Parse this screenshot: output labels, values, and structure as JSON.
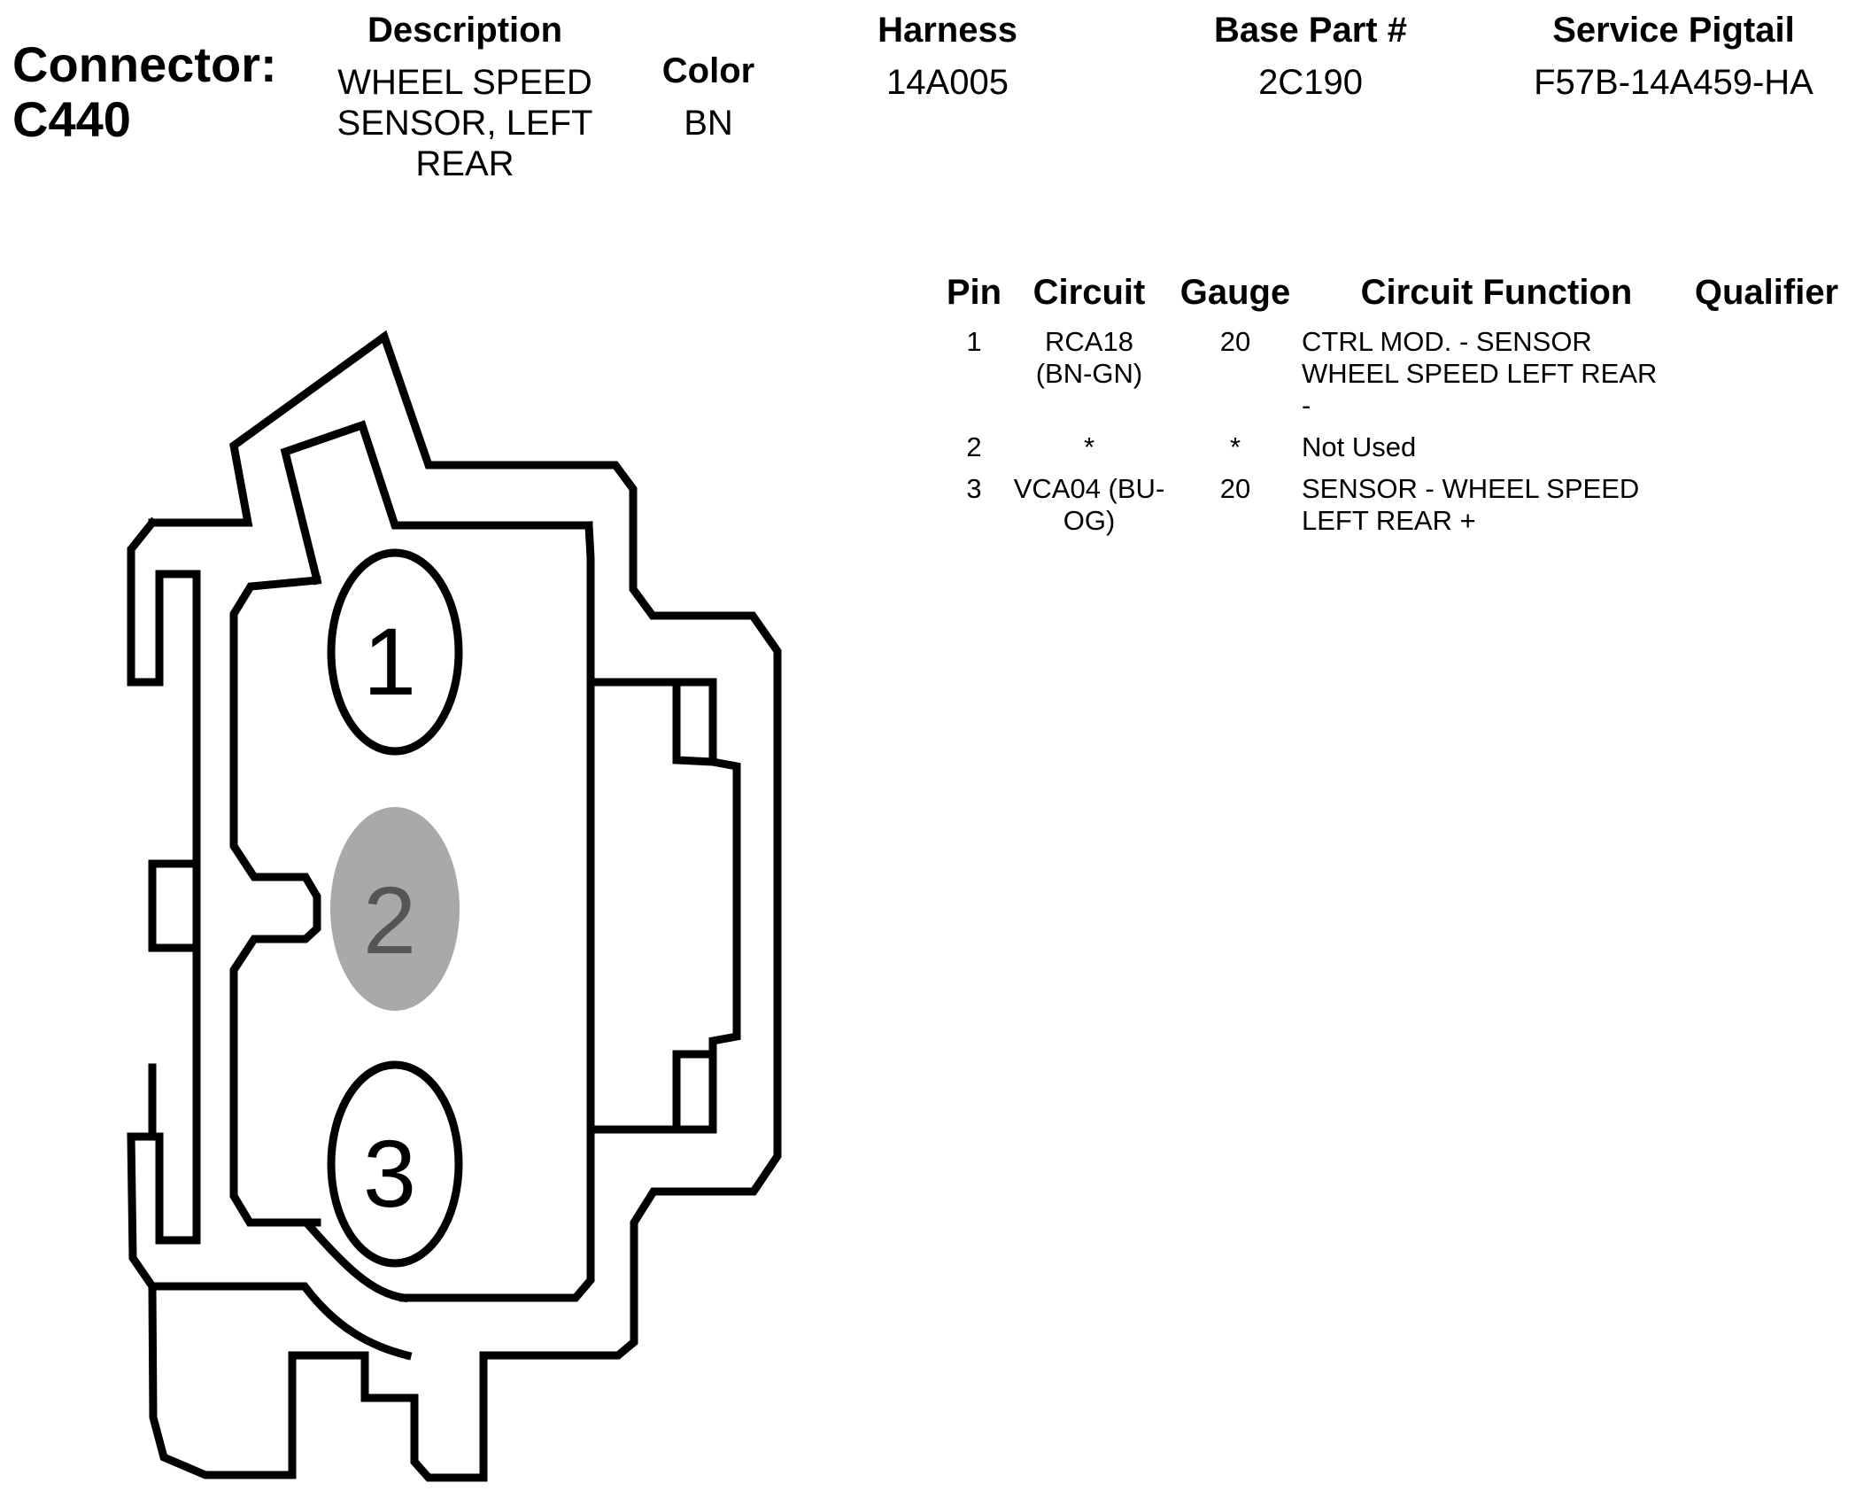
{
  "connector": {
    "line1": "Connector:",
    "line2": "C440"
  },
  "headers": {
    "description": "Description",
    "color": "Color",
    "harness": "Harness",
    "base_part": "Base Part #",
    "service_pigtail": "Service Pigtail"
  },
  "values": {
    "description": "WHEEL SPEED SENSOR, LEFT REAR",
    "color": "BN",
    "harness": "14A005",
    "base_part": "2C190",
    "service_pigtail": "F57B-14A459-HA"
  },
  "pin_table": {
    "columns": [
      "Pin",
      "Circuit",
      "Gauge",
      "Circuit Function",
      "Qualifier"
    ],
    "rows": [
      {
        "pin": "1",
        "circuit": "RCA18 (BN-GN)",
        "gauge": "20",
        "function": "CTRL MOD. - SENSOR WHEEL SPEED LEFT REAR -",
        "qualifier": ""
      },
      {
        "pin": "2",
        "circuit": "*",
        "gauge": "*",
        "function": "Not Used",
        "qualifier": ""
      },
      {
        "pin": "3",
        "circuit": "VCA04 (BU-OG)",
        "gauge": "20",
        "function": "SENSOR - WHEEL SPEED LEFT REAR +",
        "qualifier": ""
      }
    ]
  },
  "diagram": {
    "pins": [
      {
        "label": "1",
        "used": true
      },
      {
        "label": "2",
        "used": false
      },
      {
        "label": "3",
        "used": true
      }
    ],
    "colors": {
      "outline": "#000000",
      "unused_pin_fill": "#a9a9a9",
      "unused_pin_text": "#555555"
    }
  }
}
